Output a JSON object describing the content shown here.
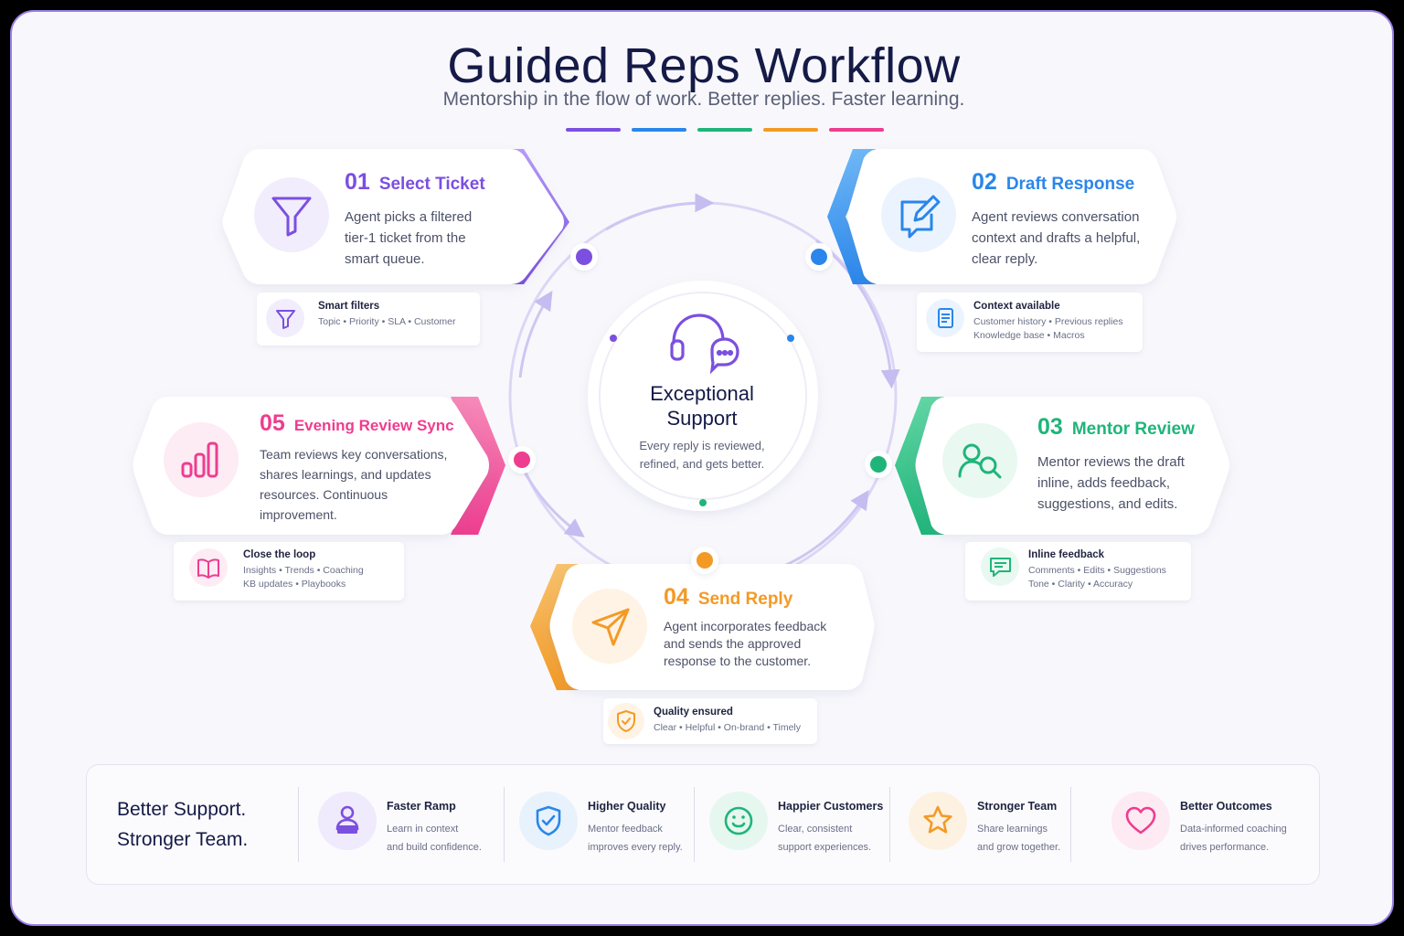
{
  "header": {
    "title": "Guided Reps Workflow",
    "subtitle": "Mentorship in the flow of work. Better replies. Faster learning."
  },
  "colors": {
    "purple": "#7b4fe0",
    "blue": "#2a86ea",
    "green": "#1fb57a",
    "orange": "#f39a26",
    "pink": "#ee3d8f",
    "navy": "#151a47"
  },
  "center": {
    "title_line1": "Exceptional",
    "title_line2": "Support",
    "desc_line1": "Every reply is reviewed,",
    "desc_line2": "refined, and gets better.",
    "icon": "headset-chat-icon"
  },
  "steps": [
    {
      "num": "01",
      "title": "Select Ticket",
      "icon": "funnel-icon",
      "desc": [
        "Agent picks a filtered",
        "tier-1 ticket from the",
        "smart queue."
      ],
      "tag": {
        "title": "Smart filters",
        "lines": [
          "Topic • Priority • SLA • Customer"
        ],
        "icon": "funnel-icon"
      }
    },
    {
      "num": "02",
      "title": "Draft Response",
      "icon": "edit-message-icon",
      "desc": [
        "Agent reviews conversation",
        "context and drafts a helpful,",
        "clear reply."
      ],
      "tag": {
        "title": "Context available",
        "lines": [
          "Customer history • Previous replies",
          "Knowledge base • Macros"
        ],
        "icon": "document-icon"
      }
    },
    {
      "num": "03",
      "title": "Mentor Review",
      "icon": "user-search-icon",
      "desc": [
        "Mentor reviews the draft",
        "inline, adds feedback,",
        "suggestions, and edits."
      ],
      "tag": {
        "title": "Inline feedback",
        "lines": [
          "Comments • Edits • Suggestions",
          "Tone • Clarity • Accuracy"
        ],
        "icon": "comment-icon"
      }
    },
    {
      "num": "04",
      "title": "Send Reply",
      "icon": "paper-plane-icon",
      "desc": [
        "Agent incorporates feedback",
        "and sends the approved",
        "response to the customer."
      ],
      "tag": {
        "title": "Quality ensured",
        "lines": [
          "Clear • Helpful • On-brand • Timely"
        ],
        "icon": "shield-check-icon"
      }
    },
    {
      "num": "05",
      "title": "Evening Review Sync",
      "icon": "bar-chart-icon",
      "desc": [
        "Team reviews key conversations,",
        "shares learnings, and updates",
        "resources. Continuous",
        "improvement."
      ],
      "tag": {
        "title": "Close the loop",
        "lines": [
          "Insights • Trends • Coaching",
          "KB updates • Playbooks"
        ],
        "icon": "book-icon"
      }
    }
  ],
  "footer": {
    "tagline_line1": "Better Support.",
    "tagline_line2": "Stronger Team.",
    "benefits": [
      {
        "title": "Faster Ramp",
        "desc": [
          "Learn in context",
          "and build confidence."
        ],
        "icon": "user-laptop-icon"
      },
      {
        "title": "Higher Quality",
        "desc": [
          "Mentor feedback",
          "improves every reply."
        ],
        "icon": "shield-check-icon"
      },
      {
        "title": "Happier Customers",
        "desc": [
          "Clear, consistent",
          "support experiences."
        ],
        "icon": "smiley-icon"
      },
      {
        "title": "Stronger Team",
        "desc": [
          "Share learnings",
          "and grow together."
        ],
        "icon": "star-icon"
      },
      {
        "title": "Better Outcomes",
        "desc": [
          "Data-informed coaching",
          "drives performance."
        ],
        "icon": "heart-icon"
      }
    ]
  }
}
